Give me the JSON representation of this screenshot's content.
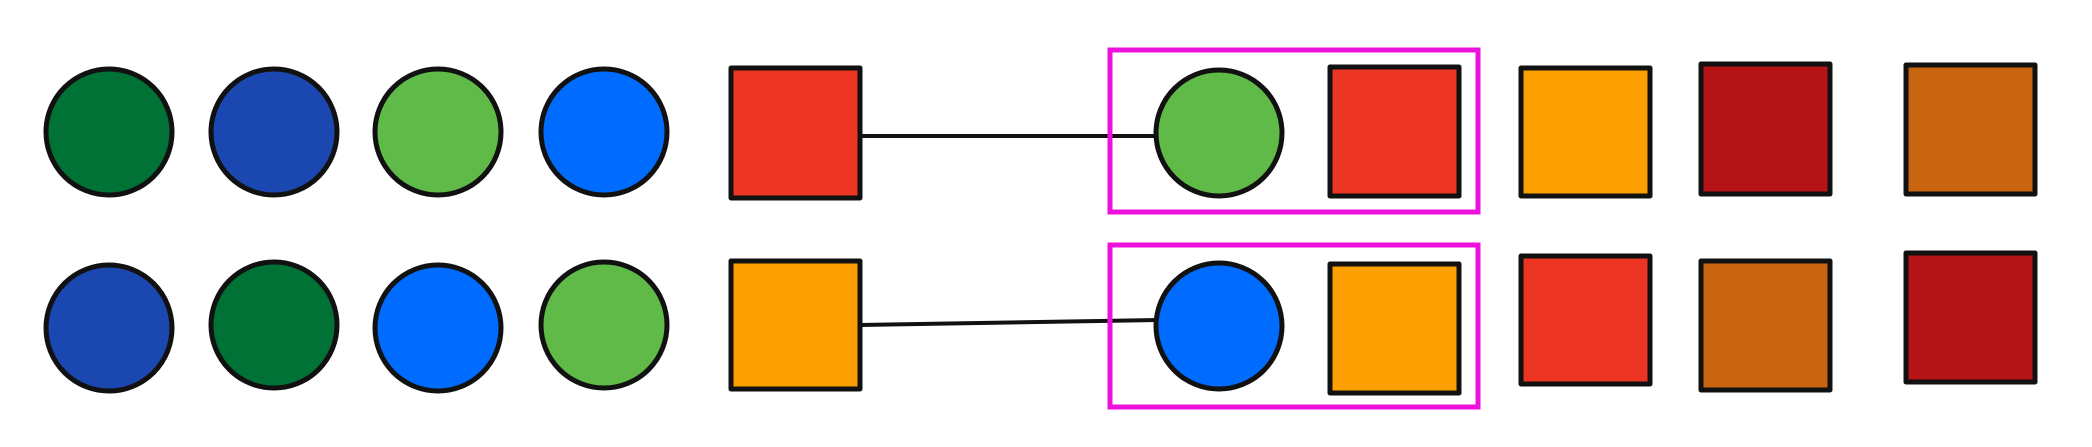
{
  "colors": {
    "dark_green": "#007236",
    "navy_blue": "#1a47b0",
    "light_green": "#5fba47",
    "bright_blue": "#006cff",
    "red": "#ed3524",
    "orange": "#fc9f00",
    "dark_red": "#b51416",
    "brown_orange": "#c96510",
    "highlight": "#ee11dd",
    "stroke": "#111111"
  },
  "rows": [
    {
      "circles": [
        "dark_green",
        "navy_blue",
        "light_green",
        "bright_blue"
      ],
      "anchor_square": "red",
      "pair": {
        "circle": "light_green",
        "square": "red"
      },
      "squares": [
        "orange",
        "dark_red",
        "brown_orange"
      ]
    },
    {
      "circles": [
        "navy_blue",
        "dark_green",
        "bright_blue",
        "light_green"
      ],
      "anchor_square": "orange",
      "pair": {
        "circle": "bright_blue",
        "square": "orange"
      },
      "squares": [
        "red",
        "brown_orange",
        "dark_red"
      ]
    }
  ]
}
